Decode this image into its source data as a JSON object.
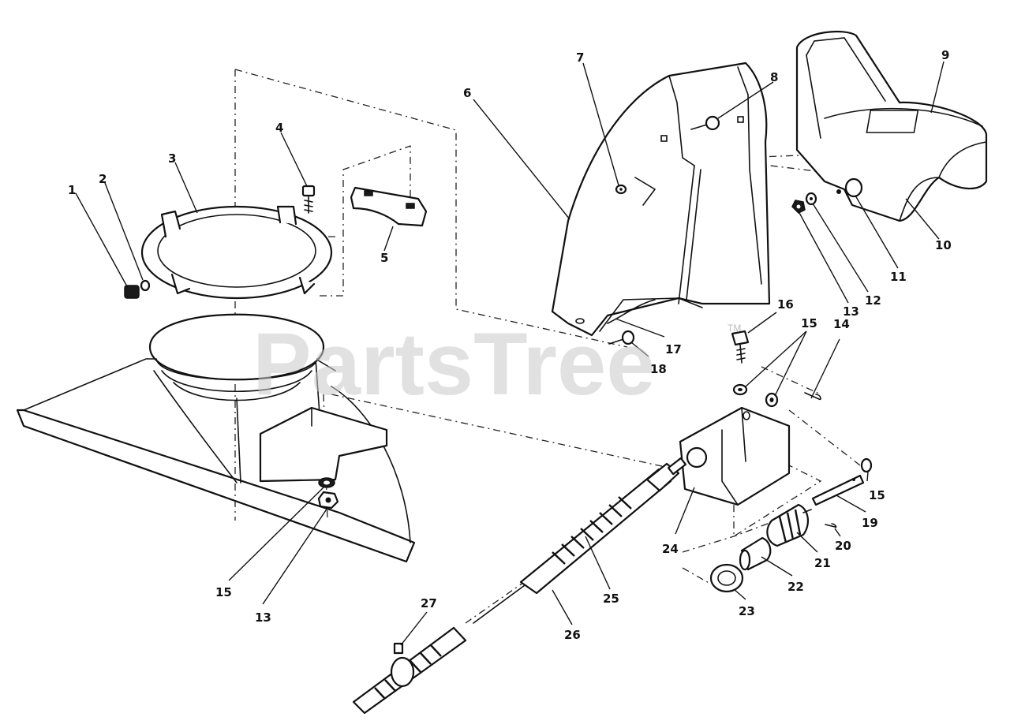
{
  "watermark": {
    "text": "PartsTree",
    "trademark": "TM"
  },
  "callouts": [
    {
      "id": "1",
      "label": "1"
    },
    {
      "id": "2",
      "label": "2"
    },
    {
      "id": "3",
      "label": "3"
    },
    {
      "id": "4",
      "label": "4"
    },
    {
      "id": "5",
      "label": "5"
    },
    {
      "id": "6",
      "label": "6"
    },
    {
      "id": "7",
      "label": "7"
    },
    {
      "id": "8",
      "label": "8"
    },
    {
      "id": "9",
      "label": "9"
    },
    {
      "id": "10",
      "label": "10"
    },
    {
      "id": "11",
      "label": "11"
    },
    {
      "id": "12",
      "label": "12"
    },
    {
      "id": "13a",
      "label": "13"
    },
    {
      "id": "13b",
      "label": "13"
    },
    {
      "id": "14",
      "label": "14"
    },
    {
      "id": "15a",
      "label": "15"
    },
    {
      "id": "15b",
      "label": "15"
    },
    {
      "id": "15c",
      "label": "15"
    },
    {
      "id": "16",
      "label": "16"
    },
    {
      "id": "17",
      "label": "17"
    },
    {
      "id": "18",
      "label": "18"
    },
    {
      "id": "19",
      "label": "19"
    },
    {
      "id": "20",
      "label": "20"
    },
    {
      "id": "21",
      "label": "21"
    },
    {
      "id": "22",
      "label": "22"
    },
    {
      "id": "23",
      "label": "23"
    },
    {
      "id": "24",
      "label": "24"
    },
    {
      "id": "25",
      "label": "25"
    },
    {
      "id": "26",
      "label": "26"
    },
    {
      "id": "27",
      "label": "27"
    }
  ]
}
